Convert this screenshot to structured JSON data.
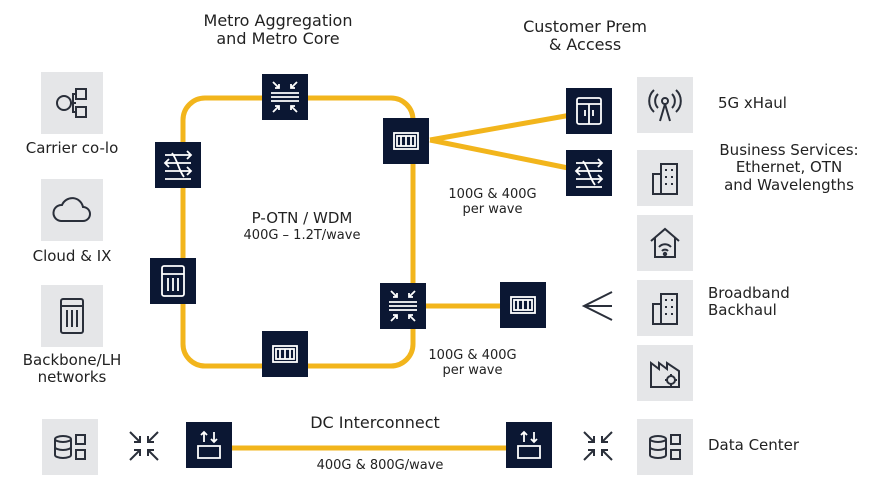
{
  "diagram": {
    "title_metro": [
      "Metro Aggregation",
      "and Metro Core"
    ],
    "title_customer": [
      "Customer Prem",
      "& Access"
    ],
    "ring_label": [
      "P-OTN / WDM",
      "400G – 1.2T/wave"
    ],
    "wave_label_upper": [
      "100G & 400G",
      "per wave"
    ],
    "wave_label_lower": [
      "100G & 400G",
      "per wave"
    ],
    "dc_title": "DC Interconnect",
    "dc_rate": "400G & 800G/wave",
    "left_labels": {
      "carrier": "Carrier co-lo",
      "cloud": "Cloud & IX",
      "backbone": [
        "Backbone/LH",
        "networks"
      ]
    },
    "right_labels": {
      "xhaul": "5G xHaul",
      "business": [
        "Business Services:",
        "Ethernet, OTN",
        "and Wavelengths"
      ],
      "broadband": [
        "Broadband",
        "Backhaul"
      ],
      "datacenter": "Data Center"
    },
    "colors": {
      "link": "#f2b51c",
      "node": "#0b1733",
      "tile": "#e5e6e8"
    }
  }
}
